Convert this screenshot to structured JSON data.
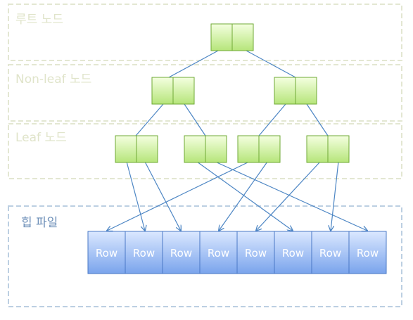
{
  "levels": {
    "root_label": "루트 노드",
    "nonleaf_label": "Non-leaf 노드",
    "leaf_label": "Leaf 노드",
    "heap_label": "힙 파일"
  },
  "rows": [
    "Row",
    "Row",
    "Row",
    "Row",
    "Row",
    "Row",
    "Row",
    "Row"
  ],
  "colors": {
    "band_border": "#e3e7d2",
    "band_text": "#e0e4ca",
    "heap_border": "#bccfe2",
    "heap_text": "#6d8fb8",
    "node_fill_top": "#f4ffe0",
    "node_fill_bottom": "#b6e57a",
    "node_stroke": "#6fa935",
    "row_fill_top": "#dbe8ff",
    "row_fill_bottom": "#7aa4ec",
    "row_stroke": "#4a78c6",
    "row_text": "#ffffff",
    "connector": "#4d86c4"
  }
}
